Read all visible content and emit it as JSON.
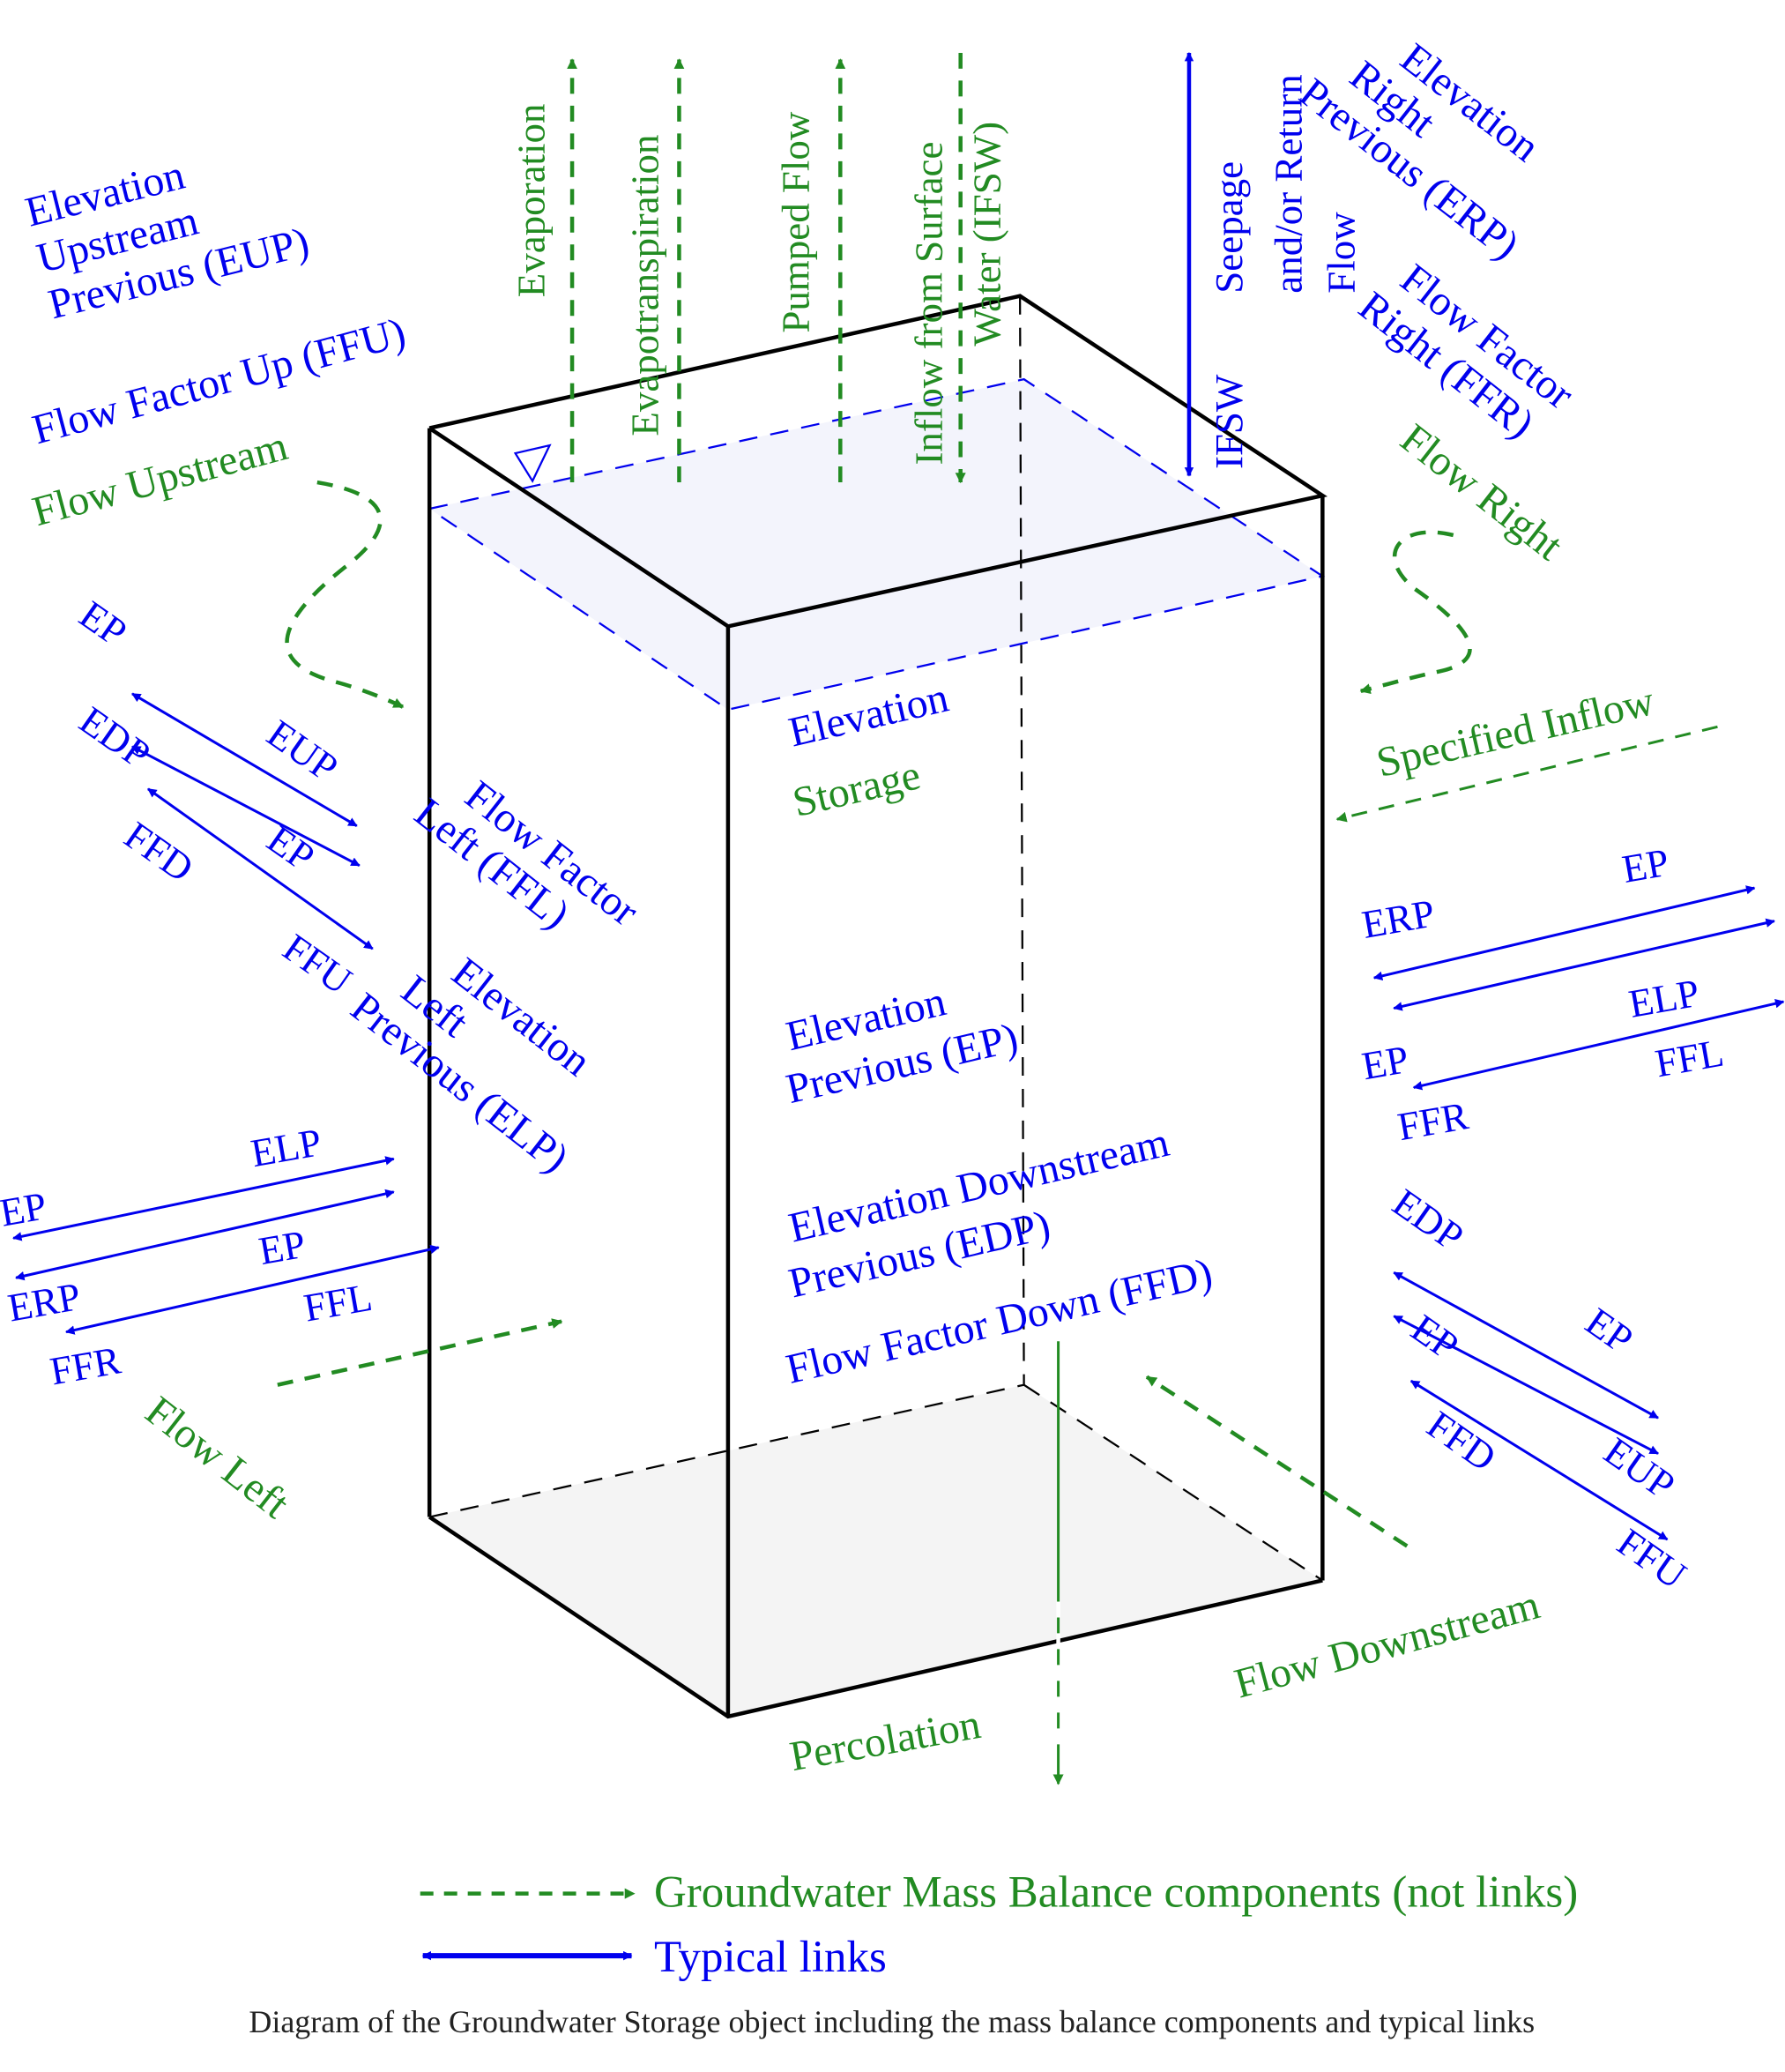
{
  "colors": {
    "link": "#0000ee",
    "component": "#228b22",
    "box": "#000000",
    "water": "#f3f4fc",
    "floor": "#f4f4f4",
    "caption": "#222222"
  },
  "top_components": {
    "evaporation": "Evaporation",
    "evapotranspiration": "Evapotranspiration",
    "pumped_flow": "Pumped Flow",
    "ifsw_line1": "Inflow from Surface",
    "ifsw_line2": "Water (IFSW)"
  },
  "seepage": {
    "line1": "Seepage",
    "line2": "and/or Return",
    "line3": "Flow",
    "ifsw": "IFSW"
  },
  "upstream_slots": {
    "line1": "Elevation",
    "line2": "Upstream",
    "line3": "Previous (EUP)",
    "ffu": "Flow Factor Up (FFU)",
    "flow": "Flow Upstream"
  },
  "right_slots": {
    "line1": "Elevation",
    "line2": "Right",
    "line3": "Previous (ERP)",
    "ffr1": "Flow Factor",
    "ffr2": "Right (FFR)",
    "flow": "Flow Right"
  },
  "left_slots": {
    "ffl1": "Flow Factor",
    "ffl2": "Left (FFL)",
    "elp1": "Elevation",
    "elp2": "Left",
    "elp3": "Previous (ELP)",
    "flow": "Flow Left"
  },
  "center": {
    "elevation": "Elevation",
    "storage": "Storage",
    "ep1": "Elevation",
    "ep2": "Previous (EP)",
    "edp1": "Elevation Downstream",
    "edp2": "Previous (EDP)",
    "ffd": "Flow Factor Down (FFD)"
  },
  "specified_inflow": "Specified Inflow",
  "percolation": "Percolation",
  "flow_downstream": "Flow Downstream",
  "upstream_links": {
    "ep_a": "EP",
    "eup": "EUP",
    "edp": "EDP",
    "ep_b": "EP",
    "ffd": "FFD",
    "ffu": "FFU"
  },
  "left_links": {
    "elp": "ELP",
    "ep_a": "EP",
    "ep_b": "EP",
    "erp": "ERP",
    "ffl": "FFL",
    "ffr": "FFR"
  },
  "right_links": {
    "ep_a": "EP",
    "erp": "ERP",
    "elp": "ELP",
    "ep_b": "EP",
    "ffl": "FFL",
    "ffr": "FFR"
  },
  "downstream_links": {
    "edp": "EDP",
    "ep_a": "EP",
    "ep_b": "EP",
    "eup": "EUP",
    "ffd": "FFD",
    "ffu": "FFU"
  },
  "legend": {
    "components": "Groundwater Mass Balance components (not links)",
    "links": "Typical links"
  },
  "caption": "Diagram of the Groundwater Storage object including the mass balance components and typical links"
}
